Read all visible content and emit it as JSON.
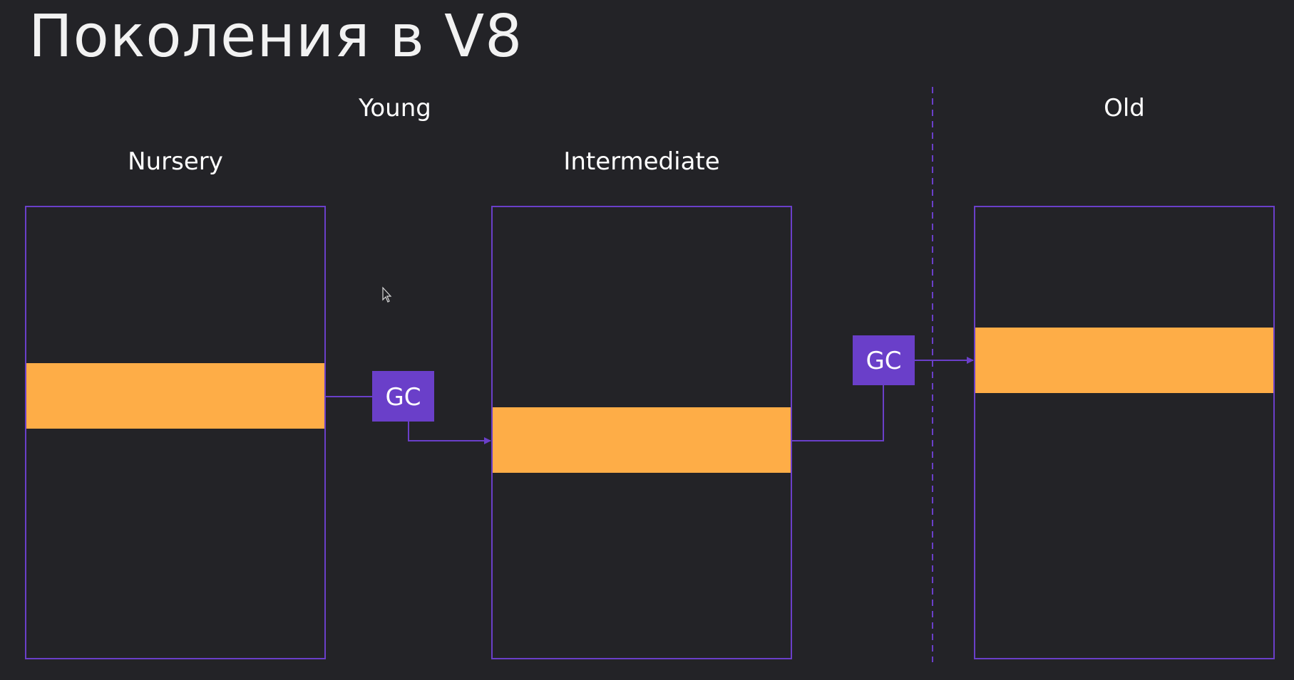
{
  "slide": {
    "title": "Поколения в V8"
  },
  "diagram": {
    "young_label": "Young",
    "old_label": "Old",
    "spaces": {
      "nursery": "Nursery",
      "intermediate": "Intermediate"
    },
    "gc_nodes": [
      {
        "label": "GC"
      },
      {
        "label": "GC"
      }
    ]
  },
  "colors": {
    "background": "#232327",
    "border": "#6a3fc9",
    "surviving_objects": "#fead47",
    "gc_box": "#6a3fc9",
    "text": "#ffffff"
  }
}
